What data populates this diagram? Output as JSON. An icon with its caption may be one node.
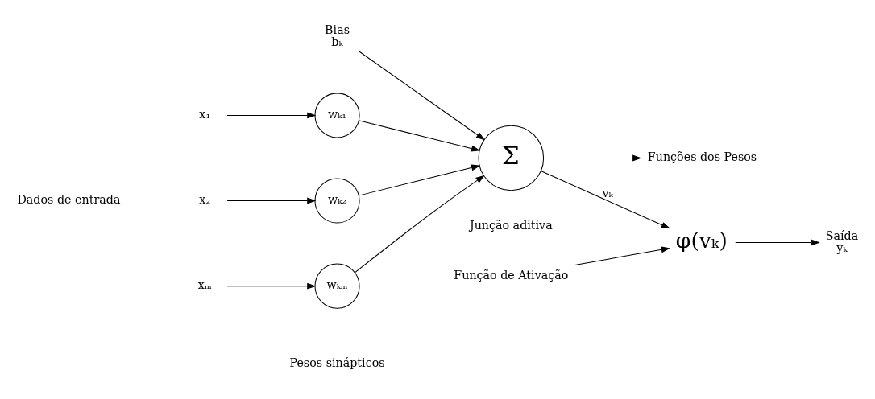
{
  "diagram": {
    "nodes": [
      {
        "text": [
          "x₁"
        ]
      },
      {
        "text": [
          "x₂"
        ]
      },
      {
        "text": [
          "xₘ"
        ]
      },
      {
        "text": [
          "wₖ₁"
        ]
      },
      {
        "text": [
          "wₖ₂"
        ]
      },
      {
        "text": [
          "wₖₘ"
        ]
      },
      {
        "text": [
          "Σ"
        ],
        "beside": [
          "Junção aditiva"
        ]
      },
      {
        "text": [
          "Bias",
          "bₖ"
        ]
      },
      {
        "text": [
          "φ(vₖ)"
        ]
      },
      {
        "text": [
          "Função de Ativação"
        ]
      },
      {
        "text": [
          "Saída",
          "yₖ"
        ]
      },
      {
        "text": [
          "Funções dos Pesos"
        ]
      }
    ],
    "edges": [
      {
        "from": 0,
        "to": 3,
        "arrow": "to"
      },
      {
        "from": 1,
        "to": 4,
        "arrow": "to"
      },
      {
        "from": 2,
        "to": 5,
        "arrow": "to"
      },
      {
        "from": 3,
        "to": 6,
        "arrow": "to"
      },
      {
        "from": 4,
        "to": 6,
        "arrow": "to"
      },
      {
        "from": 5,
        "to": 6,
        "arrow": "to"
      },
      {
        "from": 7,
        "to": 6,
        "arrow": "to"
      },
      {
        "from": 6,
        "to": 8,
        "arrow": "to",
        "label": "vₖ"
      },
      {
        "from": 6,
        "to": 11,
        "arrow": "to"
      },
      {
        "from": 9,
        "to": 8,
        "arrow": "to"
      },
      {
        "from": 8,
        "to": 10,
        "arrow": "to"
      }
    ],
    "labels": [
      "Dados de entrada",
      "Pesos sinápticos"
    ]
  }
}
